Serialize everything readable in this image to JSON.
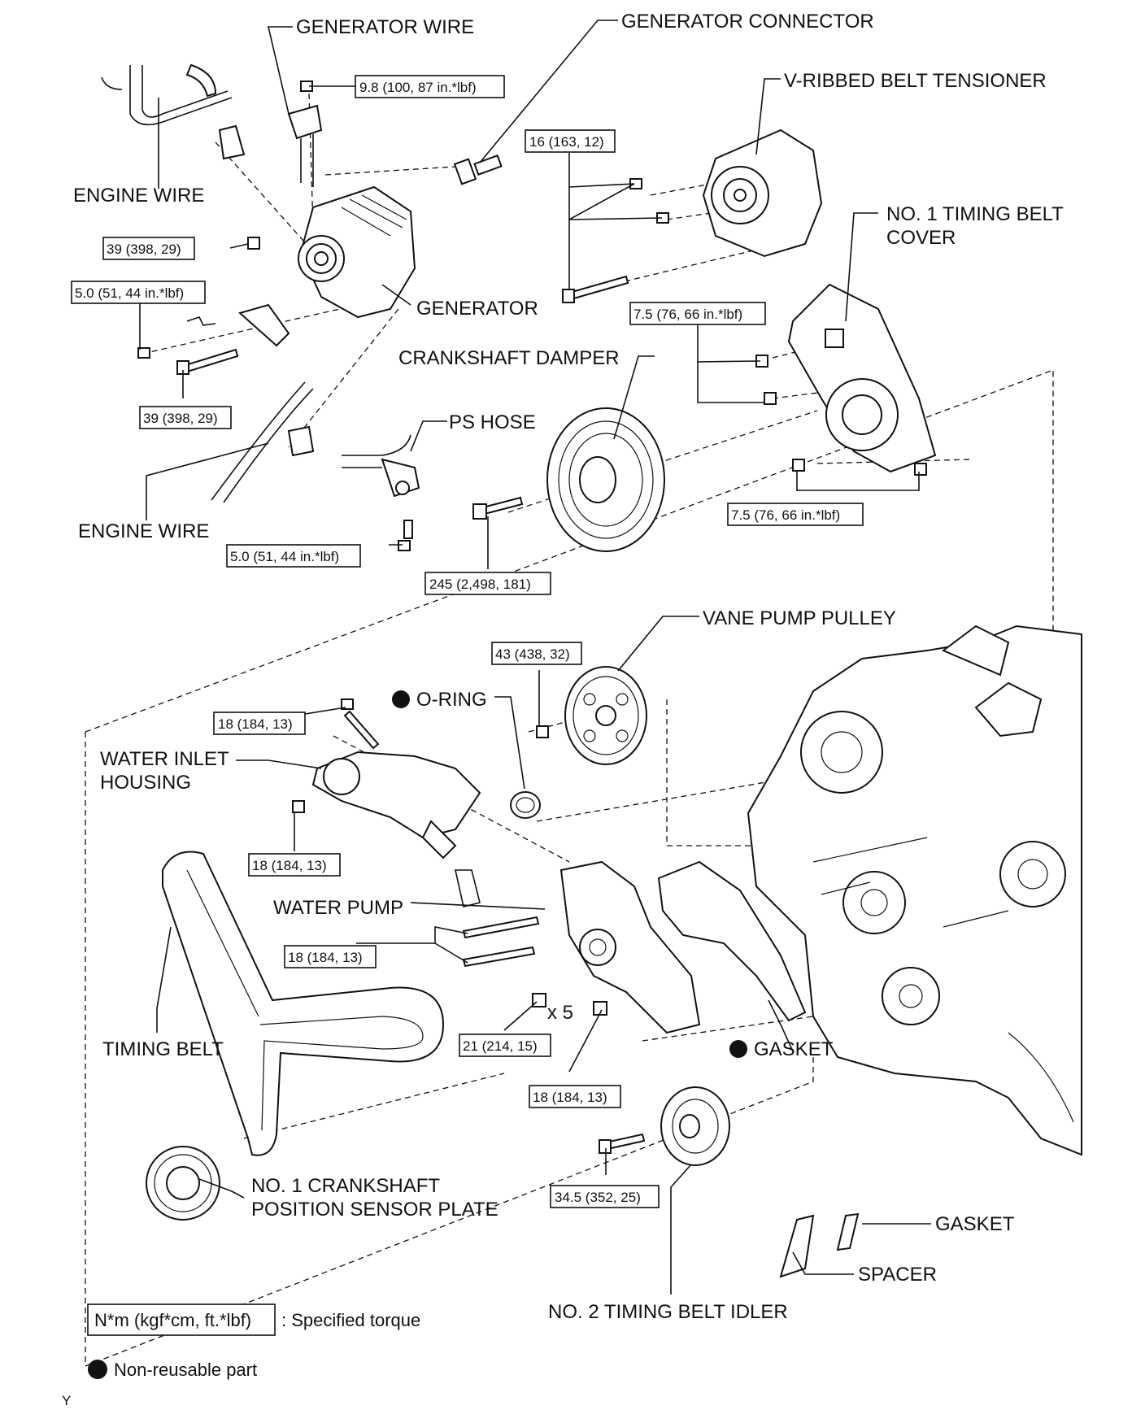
{
  "labels": {
    "generator_wire": "GENERATOR WIRE",
    "generator_connector": "GENERATOR CONNECTOR",
    "v_ribbed_belt_tensioner": "V-RIBBED BELT TENSIONER",
    "engine_wire_top": "ENGINE WIRE",
    "no1_timing_belt_cover_1": "NO. 1 TIMING BELT",
    "no1_timing_belt_cover_2": "COVER",
    "generator": "GENERATOR",
    "crankshaft_damper": "CRANKSHAFT DAMPER",
    "ps_hose": "PS HOSE",
    "engine_wire_bottom": "ENGINE WIRE",
    "vane_pump_pulley": "VANE PUMP PULLEY",
    "o_ring": "O-RING",
    "water_inlet_housing_1": "WATER INLET",
    "water_inlet_housing_2": "HOUSING",
    "water_pump": "WATER PUMP",
    "timing_belt": "TIMING BELT",
    "x5": "x 5",
    "gasket_water_pump": "GASKET",
    "gasket_spacer": "GASKET",
    "spacer": "SPACER",
    "no1_crank_sensor_plate_1": "NO. 1 CRANKSHAFT",
    "no1_crank_sensor_plate_2": "POSITION SENSOR PLATE",
    "no2_timing_belt_idler": "NO. 2 TIMING BELT IDLER"
  },
  "torques": {
    "generator_wire_nut": "9.8 (100, 87 in.*lbf)",
    "tensioner": "16 (163, 12)",
    "generator_upper": "39 (398, 29)",
    "bracket_bolt": "5.0 (51, 44 in.*lbf)",
    "generator_lower": "39 (398, 29)",
    "cover_upper": "7.5 (76, 66 in.*lbf)",
    "cover_lower": "7.5 (76, 66 in.*lbf)",
    "ps_hose_bolt": "5.0 (51, 44 in.*lbf)",
    "crankshaft_bolt": "245 (2,498, 181)",
    "vane_pump_nut": "43 (438, 32)",
    "inlet_upper": "18 (184, 13)",
    "inlet_lower": "18 (184, 13)",
    "water_pump_bolts": "18 (184, 13)",
    "water_pump_x5": "21 (214, 15)",
    "water_pump_nut": "18 (184, 13)",
    "idler_bolt": "34.5 (352, 25)"
  },
  "legend": {
    "torque_unit": "N*m (kgf*cm, ft.*lbf)",
    "torque_desc": ": Specified torque",
    "non_reusable": "Non-reusable part"
  },
  "corner_mark": "Y"
}
